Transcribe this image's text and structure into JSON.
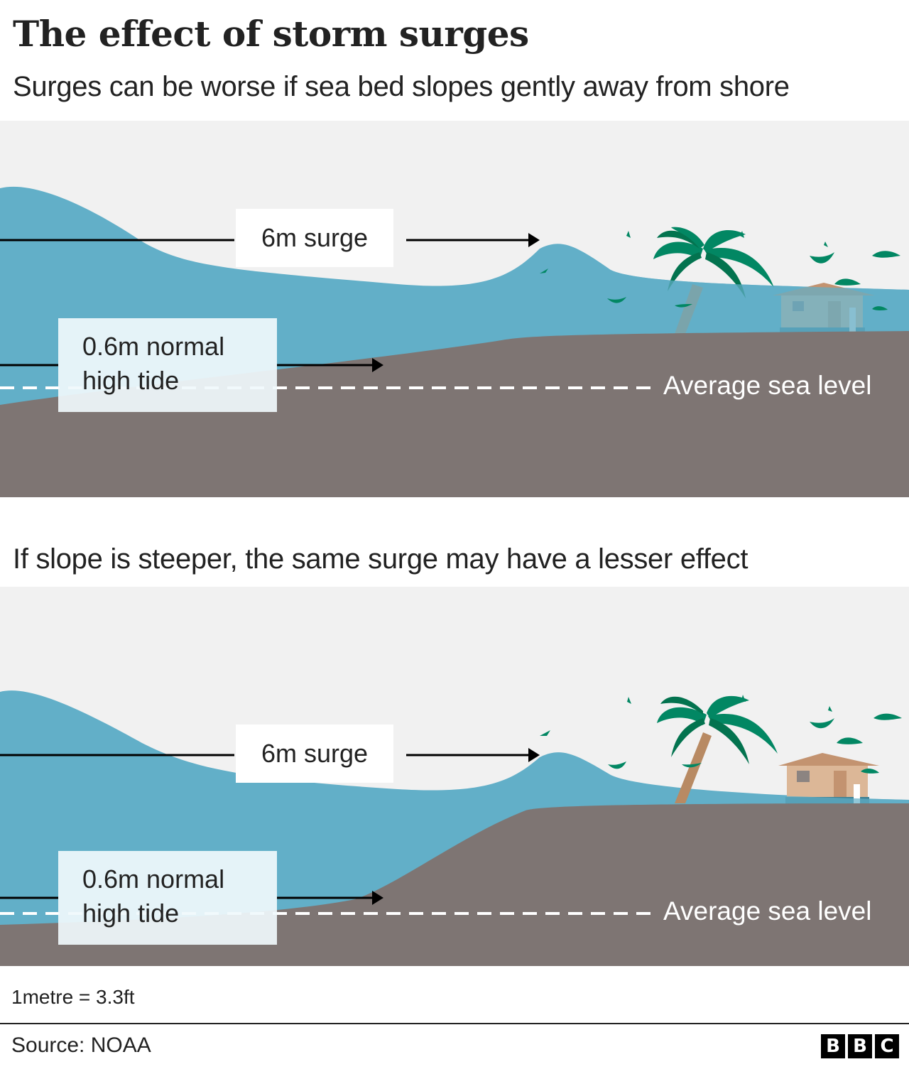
{
  "header": {
    "title": "The effect of storm surges",
    "subtitle_1": "Surges can be worse if sea bed slopes gently away from shore",
    "subtitle_2": "If slope is steeper, the same surge may have a lesser effect"
  },
  "panels": [
    {
      "id": "gentle-slope",
      "surge_label": "6m surge",
      "tide_label_line1": "0.6m normal",
      "tide_label_line2": "high tide",
      "sea_level_label": "Average sea level",
      "house_submerged": true
    },
    {
      "id": "steep-slope",
      "surge_label": "6m surge",
      "tide_label_line1": "0.6m normal",
      "tide_label_line2": "high tide",
      "sea_level_label": "Average sea level",
      "house_submerged": false
    }
  ],
  "footer": {
    "note": "1metre = 3.3ft",
    "source": "Source: NOAA",
    "logo": [
      "B",
      "B",
      "C"
    ]
  },
  "colors": {
    "background": "#f1f1f1",
    "water": "#62afc8",
    "ground": "#7e7573",
    "palm_leaf": "#028763",
    "palm_leaf_dark": "#03734f",
    "house_wall": "#dcb797",
    "house_roof": "#c39370",
    "text": "#222222"
  }
}
